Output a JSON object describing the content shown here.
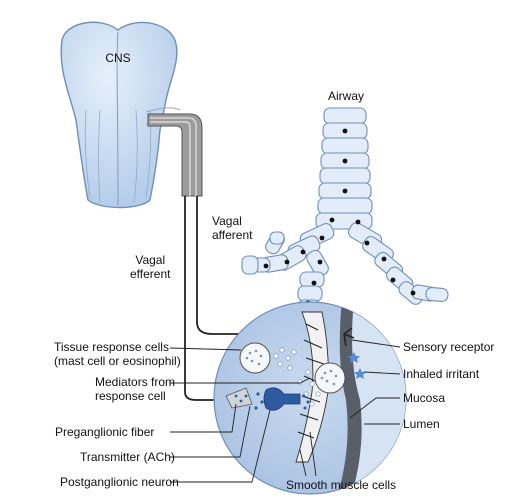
{
  "figure": {
    "cns": "CNS",
    "airway": "Airway",
    "vagal_afferent": [
      "Vagal",
      "afferent"
    ],
    "vagal_efferent": [
      "Vagal",
      "efferent"
    ],
    "tissue_response_cells": [
      "Tissue response cells",
      "(mast cell or eosinophil)"
    ],
    "mediators": [
      "Mediators from",
      "response cell"
    ],
    "preganglionic_fiber": "Preganglionic fiber",
    "transmitter": "Transmitter (ACh)",
    "postganglionic_neuron": "Postganglionic neuron",
    "sensory_receptor": "Sensory receptor",
    "inhaled_irritant": "Inhaled irritant",
    "mucosa": "Mucosa",
    "lumen": "Lumen",
    "smooth_muscle_cells": "Smooth muscle cells"
  },
  "colors": {
    "tissue_blue": "#c9dcf3",
    "tissue_outline": "#6f8fb7",
    "circle_fill": "#b7cde9",
    "nerve_gray": "#9a9a9a",
    "nerve_dark": "#222222",
    "neuron_blue": "#2f5aa0"
  }
}
